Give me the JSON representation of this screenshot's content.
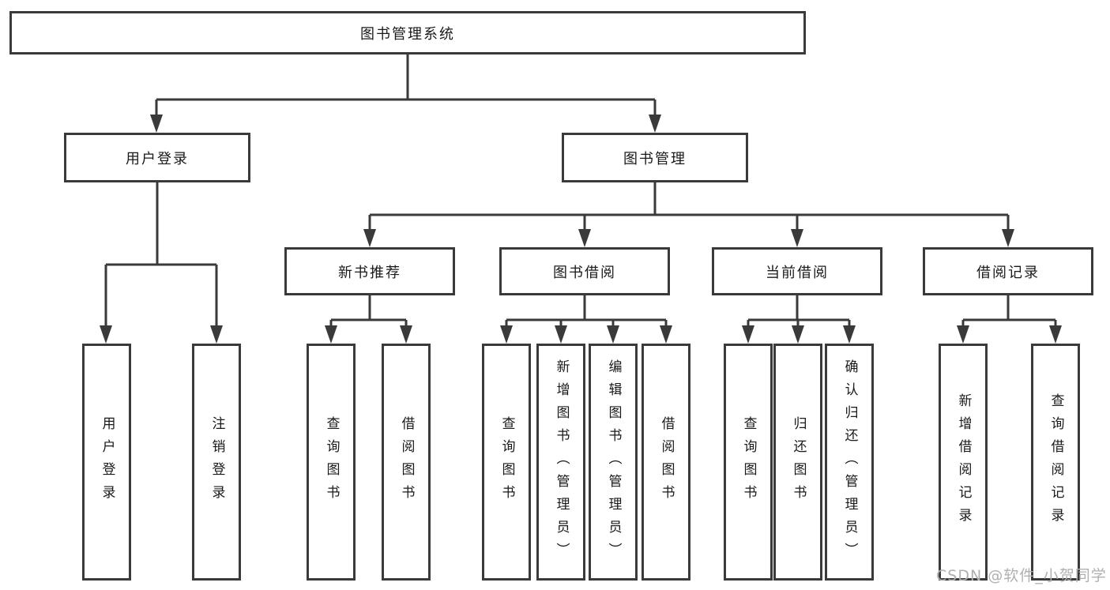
{
  "diagram": {
    "title": "图书管理系统",
    "colors": {
      "line": "#3a3a3a",
      "text": "#1a1a1a",
      "box_bg": "#ffffff",
      "background": "#ffffff",
      "watermark": "#b0b0b0"
    },
    "root": {
      "label": "图书管理系统"
    },
    "branches": [
      {
        "label": "用户登录",
        "children": [
          {
            "label": "用户登录"
          },
          {
            "label": "注销登录"
          }
        ]
      },
      {
        "label": "图书管理",
        "groups": [
          {
            "label": "新书推荐",
            "children": [
              {
                "label": "查询图书"
              },
              {
                "label": "借阅图书"
              }
            ]
          },
          {
            "label": "图书借阅",
            "children": [
              {
                "label": "查询图书"
              },
              {
                "label": "新增图书（管理员）"
              },
              {
                "label": "编辑图书（管理员）"
              },
              {
                "label": "借阅图书"
              }
            ]
          },
          {
            "label": "当前借阅",
            "children": [
              {
                "label": "查询图书"
              },
              {
                "label": "归还图书"
              },
              {
                "label": "确认归还（管理员）"
              }
            ]
          },
          {
            "label": "借阅记录",
            "children": [
              {
                "label": "新增借阅记录"
              },
              {
                "label": "查询借阅记录"
              }
            ]
          }
        ]
      }
    ],
    "watermark": "CSDN @软件_小贺同学"
  }
}
